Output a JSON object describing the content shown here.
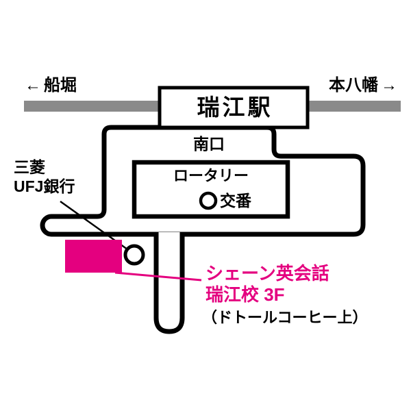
{
  "railway": {
    "west": {
      "arrow": "←",
      "label": "船堀"
    },
    "east": {
      "label": "本八幡",
      "arrow": "→"
    },
    "station_name": "瑞江駅"
  },
  "landmarks": {
    "south_exit": "南口",
    "rotary": "ロータリー",
    "police_box": "交番",
    "bank": {
      "line1": "三菱",
      "line2": "UFJ銀行"
    }
  },
  "destination": {
    "line1": "シェーン英会話",
    "line2": "瑞江校 3F",
    "note": "（ドトールコーヒー上）"
  },
  "colors": {
    "brand_pink": "#E4007F",
    "railway_gray": "#8A8A8A",
    "road_outline": "#000000"
  }
}
